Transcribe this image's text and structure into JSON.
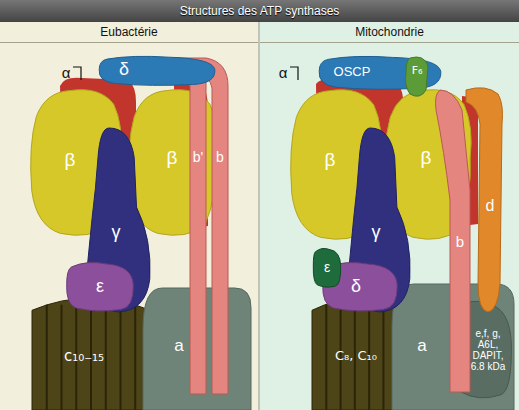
{
  "diagram": {
    "title": "Structures des ATP synthases",
    "nodes": [
      {
        "text": [
          "Eubactérie"
        ]
      },
      {
        "text": [
          "Mitochondrie"
        ]
      },
      {
        "text": [
          "δ"
        ],
        "in": 0
      },
      {
        "text": [
          "β"
        ],
        "in": 0
      },
      {
        "text": [
          "β"
        ],
        "in": 0
      },
      {
        "text": [
          "b'"
        ],
        "in": 0
      },
      {
        "text": [
          "b"
        ],
        "in": 0
      },
      {
        "text": [
          "γ"
        ],
        "in": 0
      },
      {
        "text": [
          "ε"
        ],
        "in": 0
      },
      {
        "text": [
          "c₁₀₋₁₅"
        ],
        "in": 0
      },
      {
        "text": [
          "a"
        ],
        "in": 0
      },
      {
        "text": [
          "OSCP"
        ],
        "in": 1
      },
      {
        "text": [
          "F₆"
        ],
        "in": 1
      },
      {
        "text": [
          "β"
        ],
        "in": 1
      },
      {
        "text": [
          "β"
        ],
        "in": 1
      },
      {
        "text": [
          "d"
        ],
        "in": 1
      },
      {
        "text": [
          "b"
        ],
        "in": 1
      },
      {
        "text": [
          "γ"
        ],
        "in": 1
      },
      {
        "text": [
          "ε"
        ],
        "in": 1
      },
      {
        "text": [
          "δ"
        ],
        "in": 1
      },
      {
        "text": [
          "C₈, C₁₀"
        ],
        "in": 1
      },
      {
        "text": [
          "a"
        ],
        "in": 1
      },
      {
        "text": [
          "e,f, g, A6L, DAPIT, 6.8 kDa"
        ],
        "in": 1
      }
    ],
    "labels": [
      "α",
      "α"
    ]
  }
}
